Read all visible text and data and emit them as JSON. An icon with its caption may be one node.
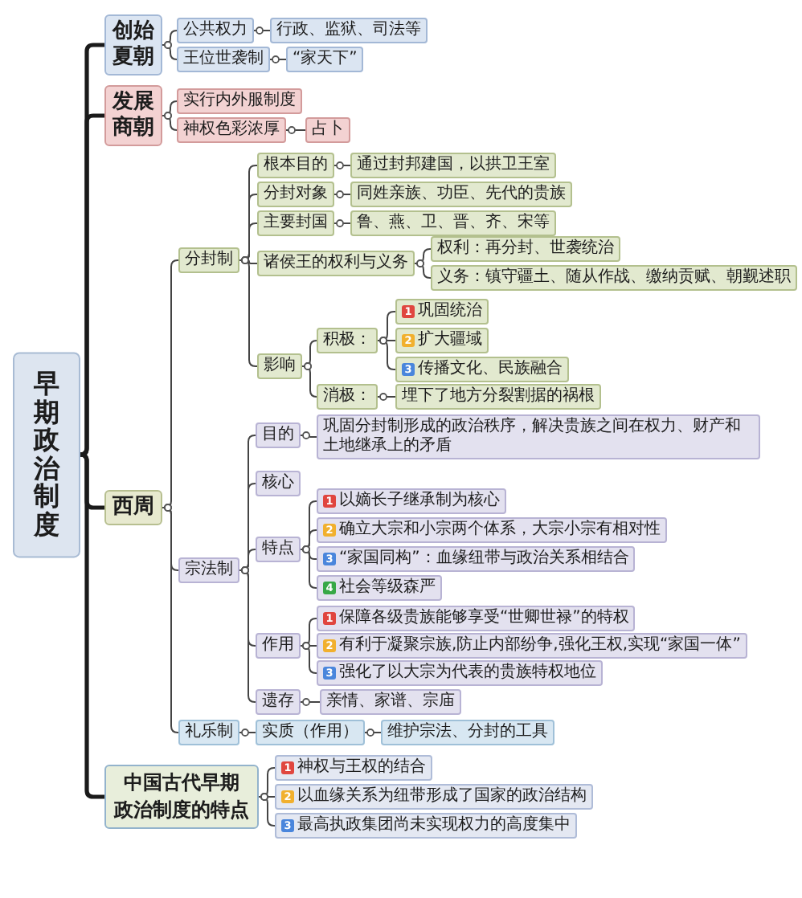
{
  "diagram": {
    "nodes": [
      {
        "text": [
          "早期政治制度"
        ]
      },
      {
        "text": [
          "创始夏朝"
        ]
      },
      {
        "text": [
          "公共权力"
        ]
      },
      {
        "text": [
          "行政、监狱、司法等"
        ]
      },
      {
        "text": [
          "王位世袭制"
        ]
      },
      {
        "text": [
          "“家天下”"
        ]
      },
      {
        "text": [
          "发展商朝"
        ]
      },
      {
        "text": [
          "实行内外服制度"
        ]
      },
      {
        "text": [
          "神权色彩浓厚"
        ]
      },
      {
        "text": [
          "占卜"
        ]
      },
      {
        "text": [
          "西周"
        ]
      },
      {
        "text": [
          "分封制"
        ]
      },
      {
        "text": [
          "根本目的"
        ]
      },
      {
        "text": [
          "通过封邦建国，以拱卫王室"
        ]
      },
      {
        "text": [
          "分封对象"
        ]
      },
      {
        "text": [
          "同姓亲族、功臣、先代的贵族"
        ]
      },
      {
        "text": [
          "主要封国"
        ]
      },
      {
        "text": [
          "鲁、燕、卫、晋、齐、宋等"
        ]
      },
      {
        "text": [
          "诸侯王的权利与义务"
        ]
      },
      {
        "text": [
          "权利：再分封、世袭统治"
        ]
      },
      {
        "text": [
          "义务：镇守疆土、随从作战、缴纳贡赋、朝觐述职"
        ]
      },
      {
        "text": [
          "影响"
        ]
      },
      {
        "text": [
          "积极："
        ]
      },
      {
        "text": [
          "1",
          "巩固统治"
        ]
      },
      {
        "text": [
          "2",
          "扩大疆域"
        ]
      },
      {
        "text": [
          "3",
          "传播文化、民族融合"
        ]
      },
      {
        "text": [
          "消极："
        ]
      },
      {
        "text": [
          "埋下了地方分裂割据的祸根"
        ]
      },
      {
        "text": [
          "宗法制"
        ]
      },
      {
        "text": [
          "目的"
        ]
      },
      {
        "text": [
          "巩固分封制形成的政治秩序，解决贵族之间在权力、财产和土地继承上的矛盾"
        ]
      },
      {
        "text": [
          "核心"
        ]
      },
      {
        "text": [
          "特点"
        ]
      },
      {
        "text": [
          "1",
          "以嫡长子继承制为核心"
        ]
      },
      {
        "text": [
          "2",
          "确立大宗和小宗两个体系，大宗小宗有相对性"
        ]
      },
      {
        "text": [
          "3",
          "“家国同构”：血缘纽带与政治关系相结合"
        ]
      },
      {
        "text": [
          "4",
          "社会等级森严"
        ]
      },
      {
        "text": [
          "作用"
        ]
      },
      {
        "text": [
          "1",
          "保障各级贵族能够享受“世卿世禄”的特权"
        ]
      },
      {
        "text": [
          "2",
          "有利于凝聚宗族,防止内部纷争,强化王权,实现“家国一体”"
        ]
      },
      {
        "text": [
          "3",
          "强化了以大宗为代表的贵族特权地位"
        ]
      },
      {
        "text": [
          "遗存"
        ]
      },
      {
        "text": [
          "亲情、家谱、宗庙"
        ]
      },
      {
        "text": [
          "礼乐制"
        ]
      },
      {
        "text": [
          "实质（作用）"
        ]
      },
      {
        "text": [
          "维护宗法、分封的工具"
        ]
      },
      {
        "text": [
          "中国古代早期政治制度的特点"
        ]
      },
      {
        "text": [
          "1",
          "神权与王权的结合"
        ]
      },
      {
        "text": [
          "2",
          "以血缘关系为纽带形成了国家的政治结构"
        ]
      },
      {
        "text": [
          "3",
          "最高执政集团尚未实现权力的高度集中"
        ]
      }
    ],
    "edges": [
      {
        "from": 0,
        "to": 1,
        "arrow": "none",
        "style": "thick"
      },
      {
        "from": 0,
        "to": 6,
        "arrow": "none",
        "style": "thick"
      },
      {
        "from": 0,
        "to": 10,
        "arrow": "none",
        "style": "thick"
      },
      {
        "from": 0,
        "to": 46,
        "arrow": "none",
        "style": "thick"
      },
      {
        "from": 1,
        "to": 2,
        "arrow": "other"
      },
      {
        "from": 1,
        "to": 4,
        "arrow": "other"
      },
      {
        "from": 2,
        "to": 3,
        "arrow": "other"
      },
      {
        "from": 4,
        "to": 5,
        "arrow": "other"
      },
      {
        "from": 6,
        "to": 7,
        "arrow": "other"
      },
      {
        "from": 6,
        "to": 8,
        "arrow": "other"
      },
      {
        "from": 8,
        "to": 9,
        "arrow": "other"
      },
      {
        "from": 10,
        "to": 11,
        "arrow": "other"
      },
      {
        "from": 10,
        "to": 28,
        "arrow": "other"
      },
      {
        "from": 10,
        "to": 43,
        "arrow": "other"
      },
      {
        "from": 11,
        "to": 12,
        "arrow": "other"
      },
      {
        "from": 11,
        "to": 14,
        "arrow": "other"
      },
      {
        "from": 11,
        "to": 16,
        "arrow": "other"
      },
      {
        "from": 11,
        "to": 18,
        "arrow": "other"
      },
      {
        "from": 11,
        "to": 21,
        "arrow": "other"
      },
      {
        "from": 12,
        "to": 13,
        "arrow": "other"
      },
      {
        "from": 14,
        "to": 15,
        "arrow": "other"
      },
      {
        "from": 16,
        "to": 17,
        "arrow": "other"
      },
      {
        "from": 18,
        "to": 19,
        "arrow": "other"
      },
      {
        "from": 18,
        "to": 20,
        "arrow": "other"
      },
      {
        "from": 21,
        "to": 22,
        "arrow": "other"
      },
      {
        "from": 21,
        "to": 26,
        "arrow": "other"
      },
      {
        "from": 22,
        "to": 23,
        "arrow": "other"
      },
      {
        "from": 22,
        "to": 24,
        "arrow": "other"
      },
      {
        "from": 22,
        "to": 25,
        "arrow": "other"
      },
      {
        "from": 26,
        "to": 27,
        "arrow": "other"
      },
      {
        "from": 28,
        "to": 29,
        "arrow": "other"
      },
      {
        "from": 28,
        "to": 31,
        "arrow": "other"
      },
      {
        "from": 28,
        "to": 32,
        "arrow": "other"
      },
      {
        "from": 28,
        "to": 37,
        "arrow": "other"
      },
      {
        "from": 28,
        "to": 41,
        "arrow": "other"
      },
      {
        "from": 29,
        "to": 30,
        "arrow": "other"
      },
      {
        "from": 32,
        "to": 33,
        "arrow": "other"
      },
      {
        "from": 32,
        "to": 34,
        "arrow": "other"
      },
      {
        "from": 32,
        "to": 35,
        "arrow": "other"
      },
      {
        "from": 32,
        "to": 36,
        "arrow": "other"
      },
      {
        "from": 37,
        "to": 38,
        "arrow": "other"
      },
      {
        "from": 37,
        "to": 39,
        "arrow": "other"
      },
      {
        "from": 37,
        "to": 40,
        "arrow": "other"
      },
      {
        "from": 41,
        "to": 42,
        "arrow": "other"
      },
      {
        "from": 43,
        "to": 44,
        "arrow": "other"
      },
      {
        "from": 44,
        "to": 45,
        "arrow": "other"
      },
      {
        "from": 46,
        "to": 47,
        "arrow": "other"
      },
      {
        "from": 46,
        "to": 48,
        "arrow": "other"
      },
      {
        "from": 46,
        "to": 49,
        "arrow": "other"
      }
    ]
  }
}
